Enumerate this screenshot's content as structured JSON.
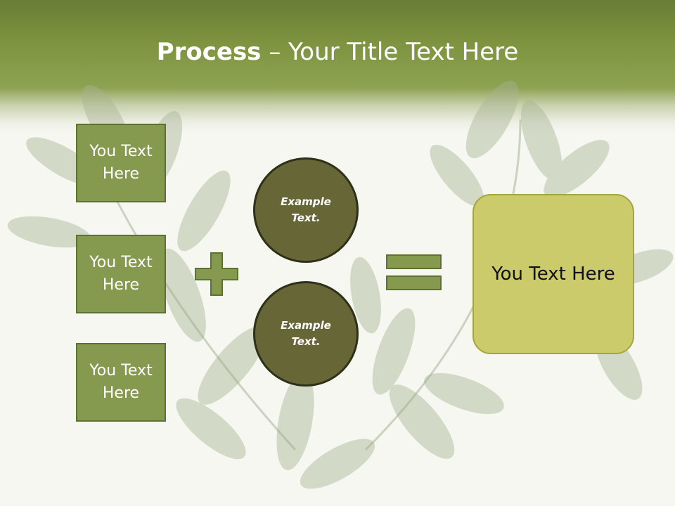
{
  "slide": {
    "title_bold": "Process",
    "title_rest": " – Your Title Text Here"
  },
  "left_boxes": [
    {
      "label": "You Text\nHere"
    },
    {
      "label": "You Text\nHere"
    },
    {
      "label": "You Text\nHere"
    }
  ],
  "circles": [
    {
      "label": "Example\nText."
    },
    {
      "label": "Example\nText."
    }
  ],
  "result_box": {
    "label": "You Text Here"
  },
  "colors": {
    "header_green": "#7d933f",
    "box_fill": "#859a4f",
    "circle_fill": "#666636",
    "result_fill": "#cbcb6b"
  }
}
